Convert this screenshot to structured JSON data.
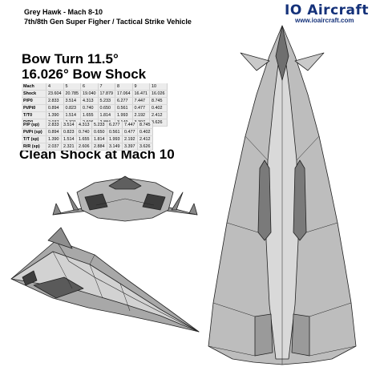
{
  "header": {
    "title": "Grey Hawk - Mach 8-10",
    "subtitle": "7th/8th Gen Super Figher / Tactical Strike Vehicle"
  },
  "brand": {
    "name": "IO Aircraft",
    "url": "www.ioaircraft.com"
  },
  "headings": {
    "bow_turn": "Bow Turn 11.5°",
    "bow_shock": "16.026° Bow Shock",
    "clean_shock": "Clean Shock at Mach 10"
  },
  "table_a": {
    "header": [
      "Mach",
      "4",
      "5",
      "6",
      "7",
      "8",
      "9",
      "10"
    ],
    "rows": [
      [
        "Shock",
        "23.604",
        "20.785",
        "19.040",
        "17.879",
        "17.064",
        "16.471",
        "16.026"
      ],
      [
        "P/P0",
        "2.833",
        "3.514",
        "4.313",
        "5.233",
        "6.277",
        "7.447",
        "8.745"
      ],
      [
        "Pt/Pt0",
        "0.894",
        "0.823",
        "0.740",
        "0.650",
        "0.561",
        "0.477",
        "0.402"
      ],
      [
        "T/T0",
        "1.390",
        "1.514",
        "1.655",
        "1.814",
        "1.993",
        "2.192",
        "2.412"
      ],
      [
        "R/R0",
        "2.037",
        "2.321",
        "2.606",
        "2.884",
        "3.149",
        "3.397",
        "3.626"
      ]
    ]
  },
  "table_b": {
    "rows": [
      [
        "P/P (sp)",
        "2.833",
        "3.514",
        "4.313",
        "5.233",
        "6.277",
        "7.447",
        "8.745"
      ],
      [
        "Pt/Pt (sp)",
        "0.894",
        "0.823",
        "0.740",
        "0.650",
        "0.561",
        "0.477",
        "0.402"
      ],
      [
        "T/T (sp)",
        "1.390",
        "1.514",
        "1.655",
        "1.814",
        "1.993",
        "2.192",
        "2.412"
      ],
      [
        "R/R (sp)",
        "2.037",
        "2.321",
        "2.606",
        "2.884",
        "3.149",
        "3.397",
        "3.626"
      ]
    ]
  },
  "colors": {
    "brand": "#15327a",
    "hull": "#b9b9b9",
    "hull_light": "#dadada",
    "hull_dark": "#6f6f6f",
    "line": "#222222"
  }
}
